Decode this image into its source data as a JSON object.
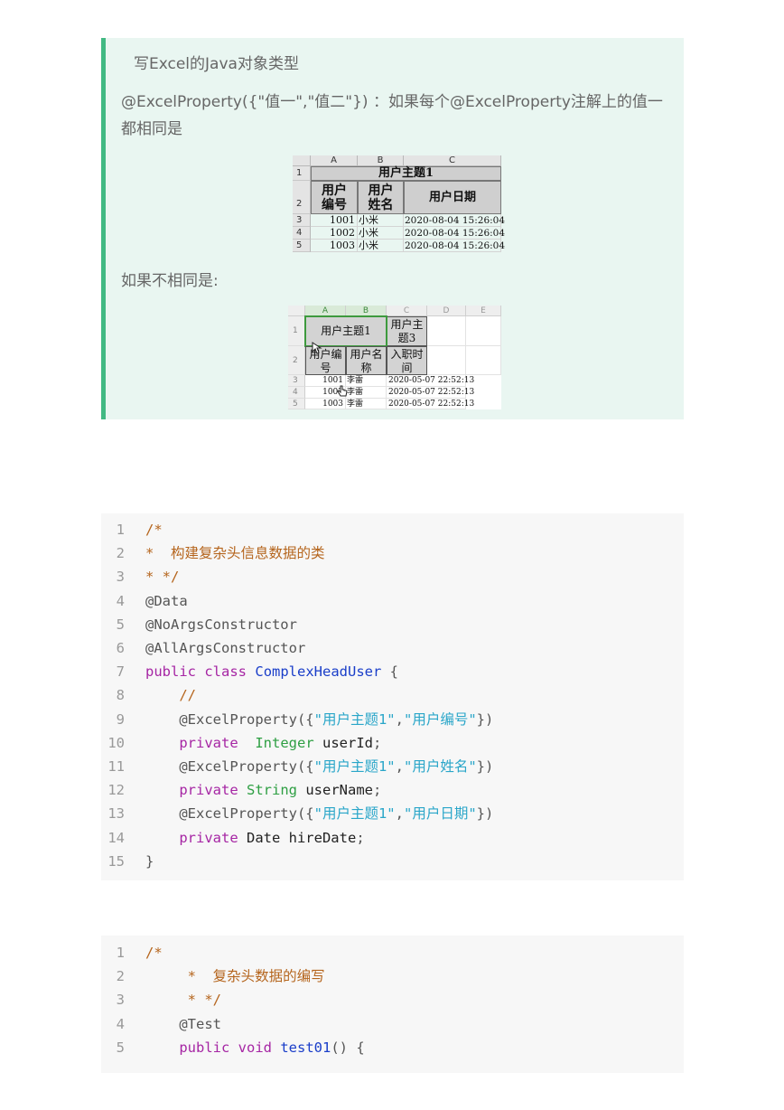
{
  "tip": {
    "title": "写Excel的Java对象类型",
    "paragraph1": "@ExcelProperty({\"值一\",\"值二\"}) ：如果每个@ExcelProperty注解上的值一都相同是",
    "paragraph2": "如果不相同是:"
  },
  "sheet1": {
    "columns": [
      "A",
      "B",
      "C"
    ],
    "rows": [
      "1",
      "2",
      "3",
      "4",
      "5"
    ],
    "merged_title": "用户主题1",
    "headers": [
      "用户编号",
      "用户姓名",
      "用户日期"
    ],
    "data": [
      [
        "1001",
        "小米",
        "2020-08-04 15:26:04"
      ],
      [
        "1002",
        "小米",
        "2020-08-04 15:26:04"
      ],
      [
        "1003",
        "小米",
        "2020-08-04 15:26:04"
      ]
    ]
  },
  "sheet2": {
    "columns": [
      "A",
      "B",
      "C",
      "D",
      "E"
    ],
    "rows": [
      "1",
      "2",
      "3",
      "4",
      "5"
    ],
    "merged_title": "用户主题1",
    "title3": "用户主题3",
    "headers": [
      "用户编号",
      "用户名称",
      "入职时间"
    ],
    "data": [
      [
        "1001",
        "李雷",
        "2020-05-07  22:52:13"
      ],
      [
        "1002",
        "李雷",
        "2020-05-07  22:52:13"
      ],
      [
        "1003",
        "李雷",
        "2020-05-07  22:52:13"
      ]
    ]
  },
  "code1": {
    "lines": [
      [
        {
          "t": "/*",
          "c": "comment"
        }
      ],
      [
        {
          "t": "*  构建复杂头信息数据的类",
          "c": "comment"
        }
      ],
      [
        {
          "t": "* */",
          "c": "comment"
        }
      ],
      [
        {
          "t": "@Data",
          "c": "anno"
        }
      ],
      [
        {
          "t": "@NoArgsConstructor",
          "c": "anno"
        }
      ],
      [
        {
          "t": "@AllArgsConstructor",
          "c": "anno"
        }
      ],
      [
        {
          "t": "public",
          "c": "kw"
        },
        {
          "t": " ",
          "c": "id"
        },
        {
          "t": "class",
          "c": "kw"
        },
        {
          "t": " ",
          "c": "id"
        },
        {
          "t": "ComplexHeadUser",
          "c": "cls"
        },
        {
          "t": " {",
          "c": "punc"
        }
      ],
      [
        {
          "t": "    //",
          "c": "comment"
        }
      ],
      [
        {
          "t": "    @ExcelProperty({",
          "c": "anno"
        },
        {
          "t": "\"用户主题1\"",
          "c": "str"
        },
        {
          "t": ",",
          "c": "punc"
        },
        {
          "t": "\"用户编号\"",
          "c": "str"
        },
        {
          "t": "})",
          "c": "punc"
        }
      ],
      [
        {
          "t": "    private",
          "c": "kw"
        },
        {
          "t": "  ",
          "c": "id"
        },
        {
          "t": "Integer",
          "c": "type"
        },
        {
          "t": " userId",
          "c": "id"
        },
        {
          "t": ";",
          "c": "punc"
        }
      ],
      [
        {
          "t": "    @ExcelProperty({",
          "c": "anno"
        },
        {
          "t": "\"用户主题1\"",
          "c": "str"
        },
        {
          "t": ",",
          "c": "punc"
        },
        {
          "t": "\"用户姓名\"",
          "c": "str"
        },
        {
          "t": "})",
          "c": "punc"
        }
      ],
      [
        {
          "t": "    private",
          "c": "kw"
        },
        {
          "t": " ",
          "c": "id"
        },
        {
          "t": "String",
          "c": "type"
        },
        {
          "t": " userName",
          "c": "id"
        },
        {
          "t": ";",
          "c": "punc"
        }
      ],
      [
        {
          "t": "    @ExcelProperty({",
          "c": "anno"
        },
        {
          "t": "\"用户主题1\"",
          "c": "str"
        },
        {
          "t": ",",
          "c": "punc"
        },
        {
          "t": "\"用户日期\"",
          "c": "str"
        },
        {
          "t": "})",
          "c": "punc"
        }
      ],
      [
        {
          "t": "    private",
          "c": "kw"
        },
        {
          "t": " Date hireDate",
          "c": "id"
        },
        {
          "t": ";",
          "c": "punc"
        }
      ],
      [
        {
          "t": "}",
          "c": "punc"
        }
      ]
    ]
  },
  "code2": {
    "lines": [
      [
        {
          "t": "/*",
          "c": "comment"
        }
      ],
      [
        {
          "t": "     *  复杂头数据的编写",
          "c": "comment"
        }
      ],
      [
        {
          "t": "     * */",
          "c": "comment"
        }
      ],
      [
        {
          "t": "    @Test",
          "c": "anno"
        }
      ],
      [
        {
          "t": "    public",
          "c": "kw"
        },
        {
          "t": " ",
          "c": "id"
        },
        {
          "t": "void",
          "c": "kw"
        },
        {
          "t": " ",
          "c": "id"
        },
        {
          "t": "test01",
          "c": "cls"
        },
        {
          "t": "() {",
          "c": "punc"
        }
      ]
    ]
  }
}
